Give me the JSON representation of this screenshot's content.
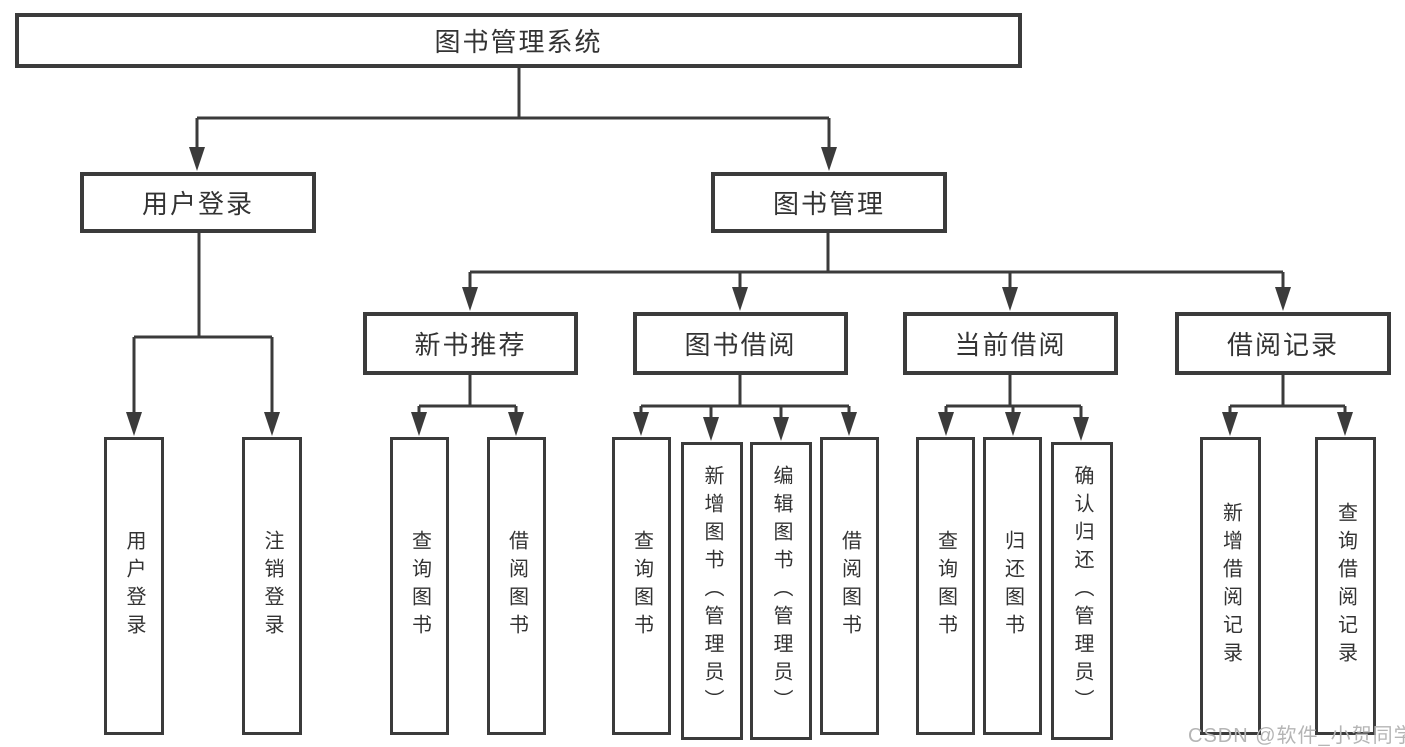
{
  "tree": {
    "root": "图书管理系统",
    "branches": [
      {
        "label": "用户登录",
        "children": [
          "用户登录",
          "注销登录"
        ]
      },
      {
        "label": "图书管理",
        "sections": [
          {
            "label": "新书推荐",
            "children": [
              "查询图书",
              "借阅图书"
            ]
          },
          {
            "label": "图书借阅",
            "children": [
              "查询图书",
              "新增图书（管理员）",
              "编辑图书（管理员）",
              "借阅图书"
            ]
          },
          {
            "label": "当前借阅",
            "children": [
              "查询图书",
              "归还图书",
              "确认归还（管理员）"
            ]
          },
          {
            "label": "借阅记录",
            "children": [
              "新增借阅记录",
              "查询借阅记录"
            ]
          }
        ]
      }
    ]
  },
  "watermark": "CSDN @软件_小贺同学",
  "colors": {
    "line": "#3b3b3b",
    "text": "#333333",
    "watermark": "#b5b5b5",
    "background": "#ffffff"
  }
}
